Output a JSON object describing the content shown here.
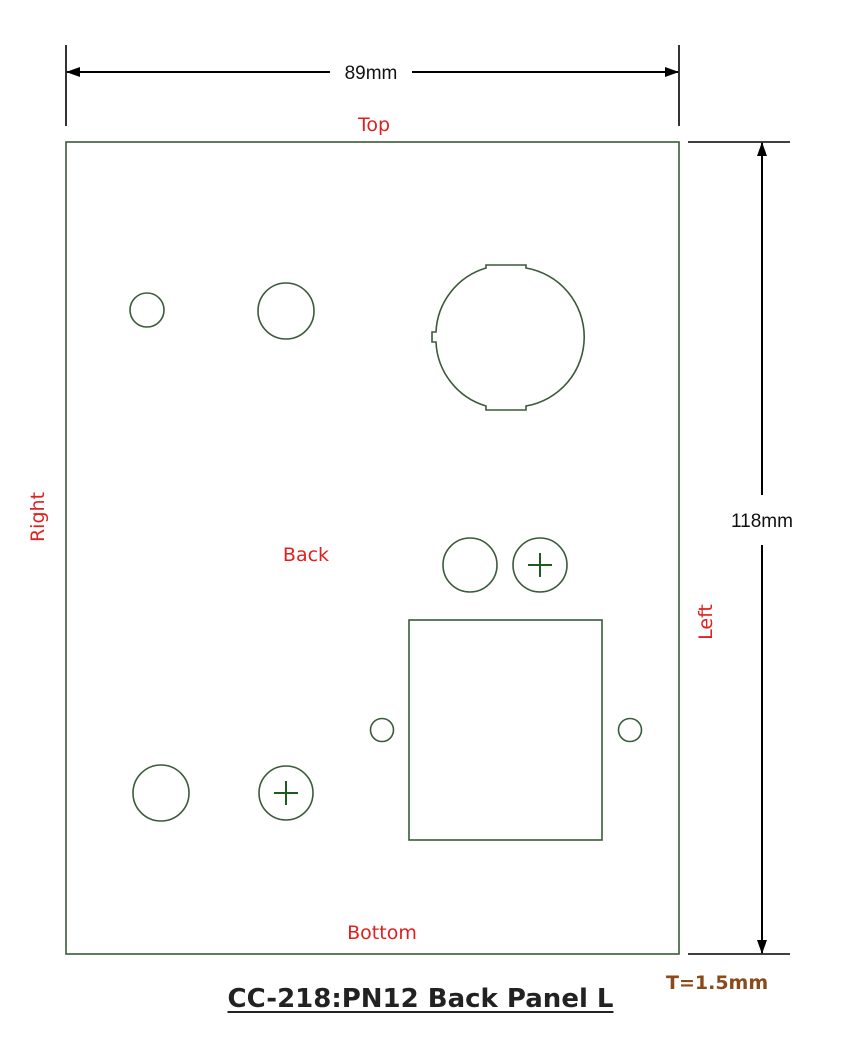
{
  "title": "CC-218:PN12 Back Panel L",
  "thickness": "T=1.5mm",
  "dimensions": {
    "width": "89mm",
    "height": "118mm"
  },
  "side_labels": {
    "top": "Top",
    "bottom": "Bottom",
    "left": "Left",
    "right": "Right",
    "face": "Back"
  },
  "colors": {
    "outline": "#3a5a3a",
    "label": "#e02020",
    "thickness": "#8a4a1a",
    "dimension": "#000000"
  }
}
